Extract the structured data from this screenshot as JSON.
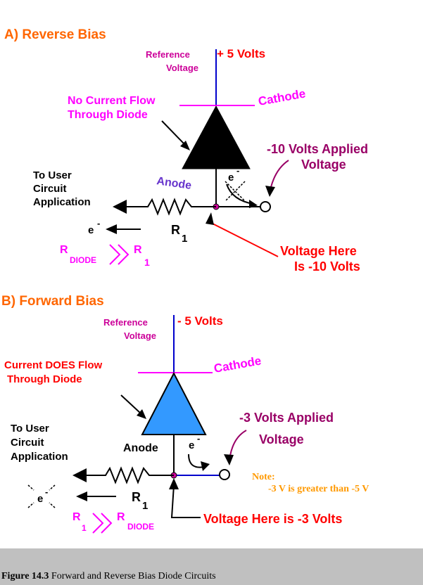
{
  "reverse": {
    "title": "A) Reverse Bias",
    "ref_line1": "Reference",
    "ref_line2": "Voltage",
    "ref_value": "+ 5 Volts",
    "cathode": "Cathode",
    "anode": "Anode",
    "no_current_1": "No Current Flow",
    "no_current_2": "Through Diode",
    "applied_1": "-10 Volts Applied",
    "applied_2": "Voltage",
    "user_1": "To User",
    "user_2": "Circuit",
    "user_3": "Application",
    "electron": "e",
    "electron_sup": "-",
    "resistor": "R",
    "resistor_sub": "1",
    "here_1": "Voltage Here",
    "here_2": "Is -10 Volts",
    "cmp_left": "R",
    "cmp_left_sub": "DIODE",
    "cmp_right": "R",
    "cmp_right_sub": "1"
  },
  "forward": {
    "title": "B) Forward Bias",
    "ref_line1": "Reference",
    "ref_line2": "Voltage",
    "ref_value": "- 5 Volts",
    "cathode": "Cathode",
    "anode": "Anode",
    "current_1": "Current DOES Flow",
    "current_2": "Through Diode",
    "applied_1": "-3 Volts Applied",
    "applied_2": "Voltage",
    "user_1": "To User",
    "user_2": "Circuit",
    "user_3": "Application",
    "electron": "e",
    "electron_sup": "-",
    "resistor": "R",
    "resistor_sub": "1",
    "here": "Voltage Here is -3 Volts",
    "note_1": "Note:",
    "note_2": "-3 V is greater than -5 V",
    "cmp_left": "R",
    "cmp_left_sub": "1",
    "cmp_right": "R",
    "cmp_right_sub": "DIODE"
  },
  "caption": {
    "label": "Figure 14.3",
    "text": " Forward and Reverse Bias Diode Circuits"
  },
  "colors": {
    "orange": "#ff6600",
    "red": "#ff0000",
    "magenta": "#cc0099",
    "pink": "#ff00ff",
    "purple": "#6633cc",
    "wine": "#990066",
    "blue_wire": "#0000cc",
    "diode_fill_forward": "#3399ff",
    "note": "#ff9900"
  }
}
